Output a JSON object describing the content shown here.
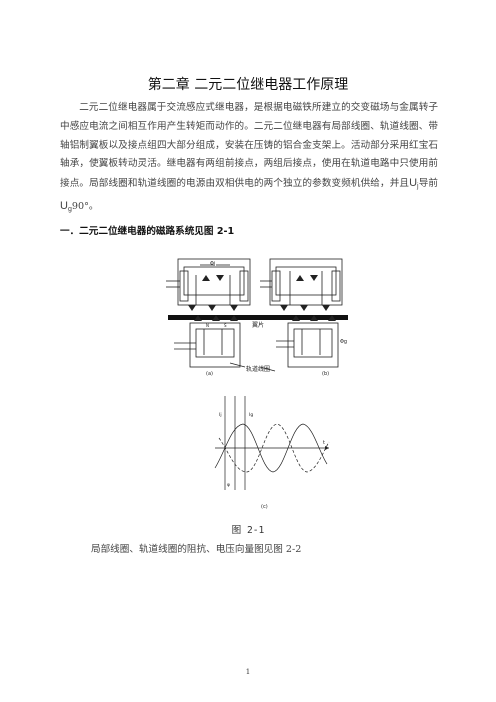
{
  "document": {
    "chapter_title": "第二章  二元二位继电器工作原理",
    "intro_paragraph_part1": "二元二位继电器属于交流感应式继电器，是根据电磁铁所建立的交变磁场与金属转子中感应电流之间相互作用产生转矩而动作的。二元二位继电器有局部线圈、轨道线圈、带轴铝制翼板以及接点组四大部分组成，安装在压铸的铝合金支架上。活动部分采用红宝石轴承，使翼板转动灵活。继电器有两组前接点，两组后接点，使用在轨道电路中只使用前接点。局部线圈和轨道线圈的电源由双相供电的两个独立的参数变频机供给，并且",
    "u_local_main": "U",
    "u_local_sub": "j",
    "middle_word": "导前",
    "u_track_main": "U",
    "u_track_sub": "g",
    "phase_angle": "90°。",
    "section_heading": "一．二元二位继电器的磁路系统见图 2-1",
    "figure_caption": "图 2-1",
    "next_paragraph": "局部线圈、轨道线圈的阻抗、电压向量图见图 2-2",
    "page_number": "1"
  },
  "figure": {
    "label_local_flux": "Φj",
    "label_track_flux": "Φg",
    "label_plate": "翼片",
    "label_track_coil": "轨道线圈",
    "label_a": "(a)",
    "label_b": "(b)",
    "label_c": "(c)",
    "label_N": "N",
    "label_S": "S",
    "label_wave1": "Ij",
    "label_wave2": "Ig",
    "label_t": "t",
    "label_phi": "φ"
  }
}
